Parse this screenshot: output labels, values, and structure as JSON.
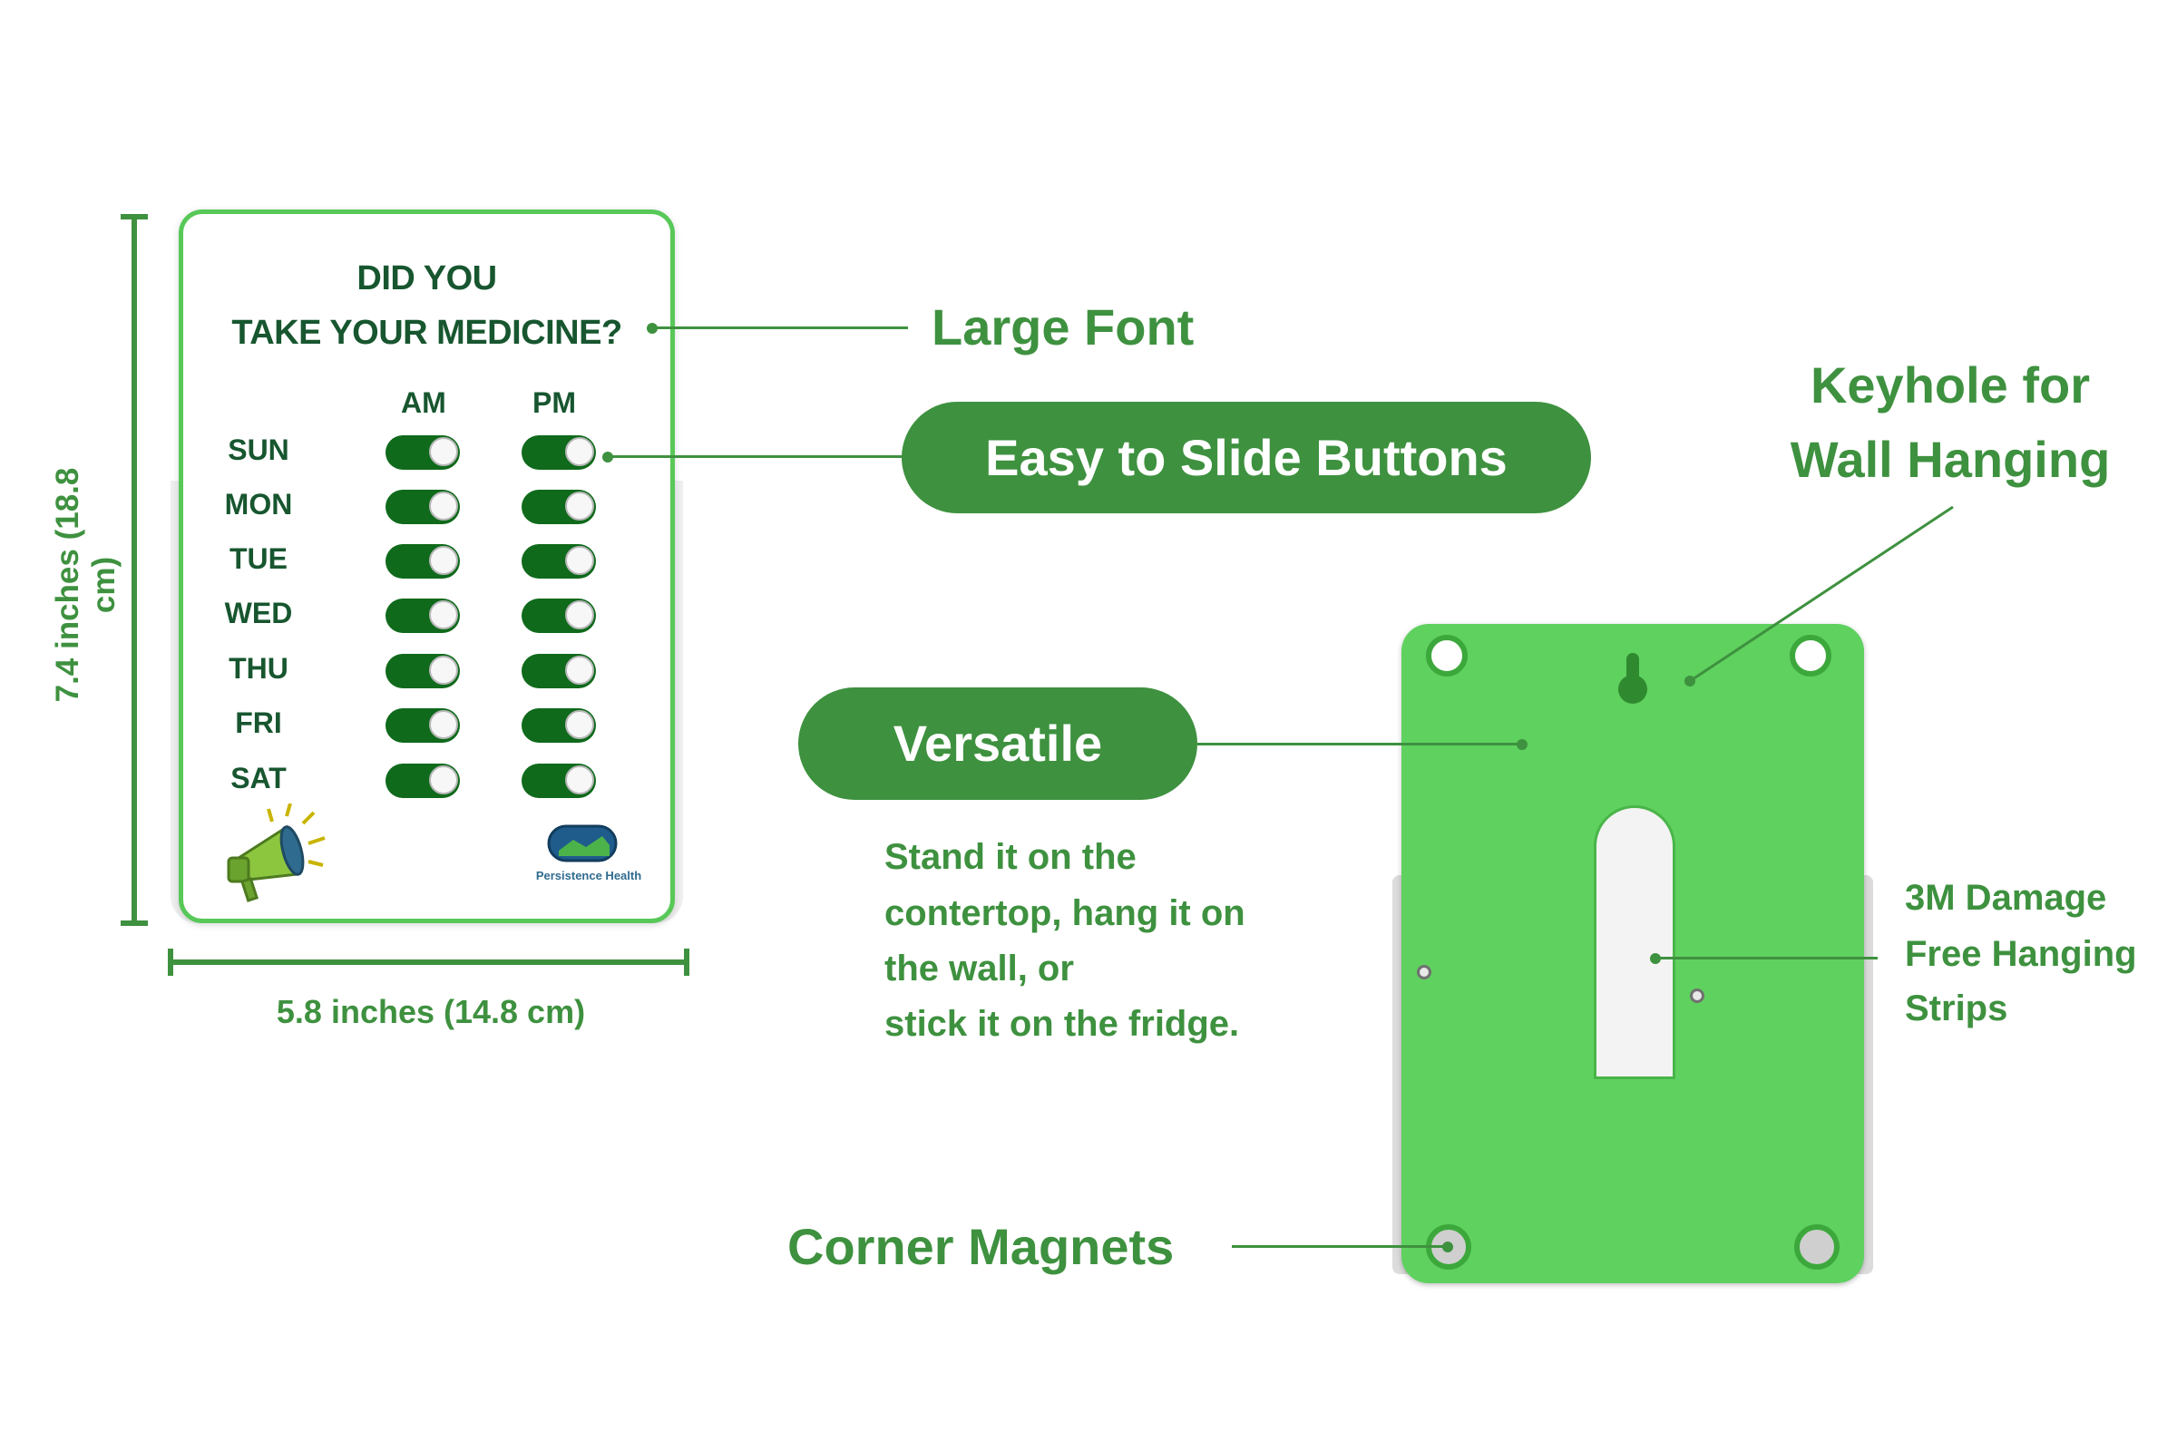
{
  "colors": {
    "accent": "#3e913f",
    "dark": "#17562f",
    "device": "#5fd15f"
  },
  "front_card": {
    "title_line1": "DID YOU",
    "title_line2": "TAKE YOUR MEDICINE?",
    "col_am": "AM",
    "col_pm": "PM",
    "days": [
      "SUN",
      "MON",
      "TUE",
      "WED",
      "THU",
      "FRI",
      "SAT"
    ],
    "brand": "Persistence Health"
  },
  "dimensions": {
    "height_label": "7.4 inches (18.8 cm)",
    "width_label": "5.8 inches (14.8 cm)"
  },
  "callouts": {
    "large_font": "Large Font",
    "slide_buttons": "Easy to Slide Buttons",
    "keyhole_line1": "Keyhole for",
    "keyhole_line2": "Wall Hanging",
    "versatile": "Versatile",
    "versatile_desc": [
      "Stand it on the",
      "contertop, hang it on",
      "the wall, or",
      "stick it on the fridge."
    ],
    "strips": [
      "3M Damage",
      "Free Hanging",
      "Strips"
    ],
    "magnets": "Corner Magnets"
  }
}
